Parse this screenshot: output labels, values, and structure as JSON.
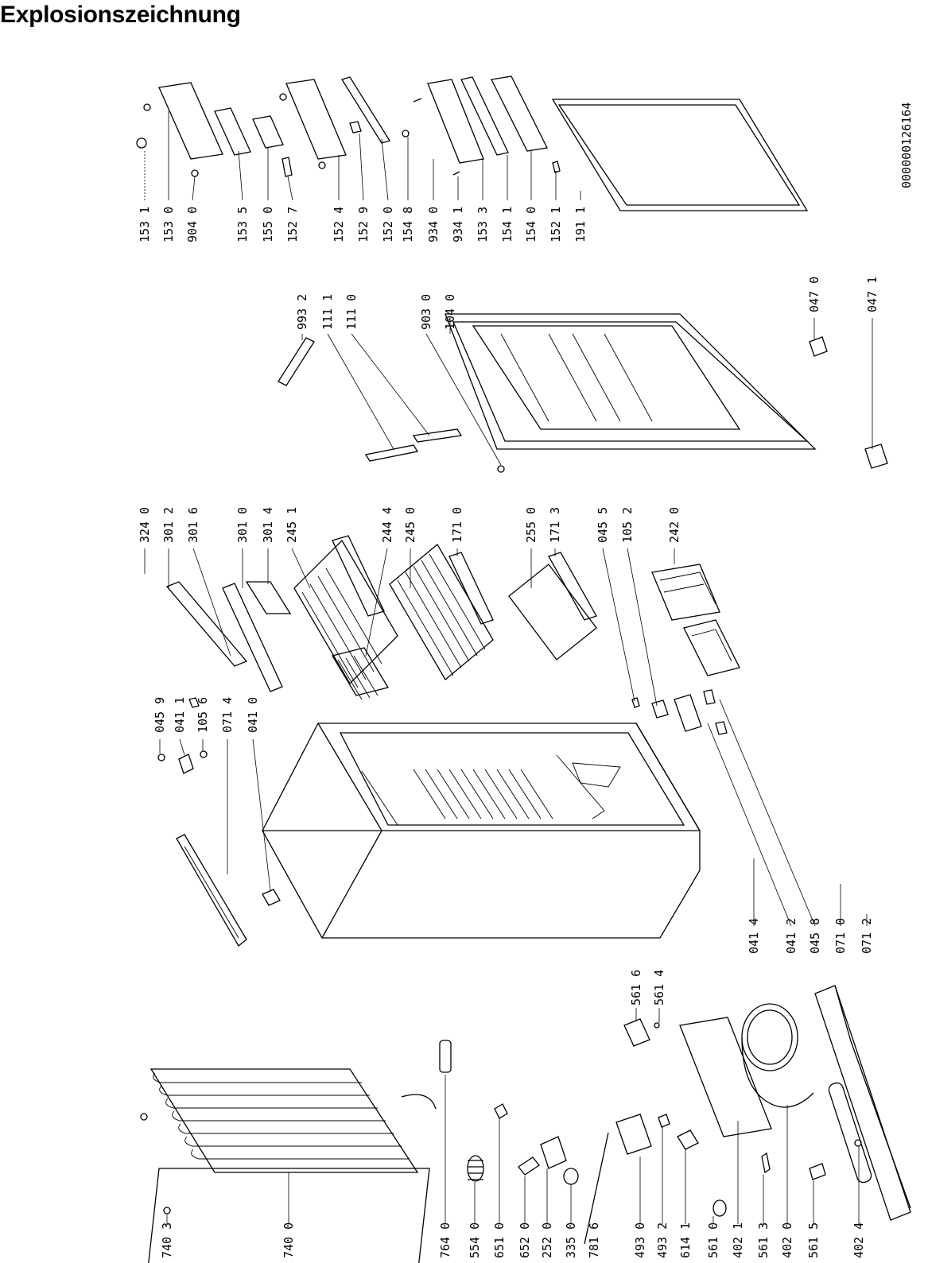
{
  "title": "Explosionszeichnung",
  "doc_number": "000000126164",
  "labels": {
    "left_column": [
      "740 3",
      "740 0",
      "764 0",
      "554 0",
      "651 0",
      "652 0",
      "252 0",
      "335 0",
      "781 6",
      "493 0",
      "493 2",
      "614 1",
      "561 0",
      "402 1",
      "561 3",
      "402 0",
      "561 5",
      "402 4"
    ],
    "mid_lower": [
      "561 6",
      "561 4"
    ],
    "cabinet_bottom": [
      "041 4",
      "041 2",
      "045 8",
      "071 0",
      "071 2"
    ],
    "cabinet_top": [
      "045 9",
      "041 1",
      "105 6",
      "071 4",
      "041 0"
    ],
    "shelves": [
      "324 0",
      "301 2",
      "301 6",
      "301 0",
      "301 4",
      "245 1",
      "244 4",
      "245 0",
      "171 0",
      "255 0",
      "171 3",
      "045 5",
      "105 2",
      "242 0"
    ],
    "door": [
      "993 2",
      "111 1",
      "111 0",
      "903 0",
      "104 0",
      "047 0",
      "047 1"
    ],
    "door_parts": [
      "153 1",
      "153 0",
      "904 0",
      "153 5",
      "155 0",
      "152 7",
      "152 4",
      "152 9",
      "152 0",
      "154 8",
      "934 0",
      "934 1",
      "153 3",
      "154 1",
      "154 0",
      "152 1",
      "191 1"
    ]
  }
}
